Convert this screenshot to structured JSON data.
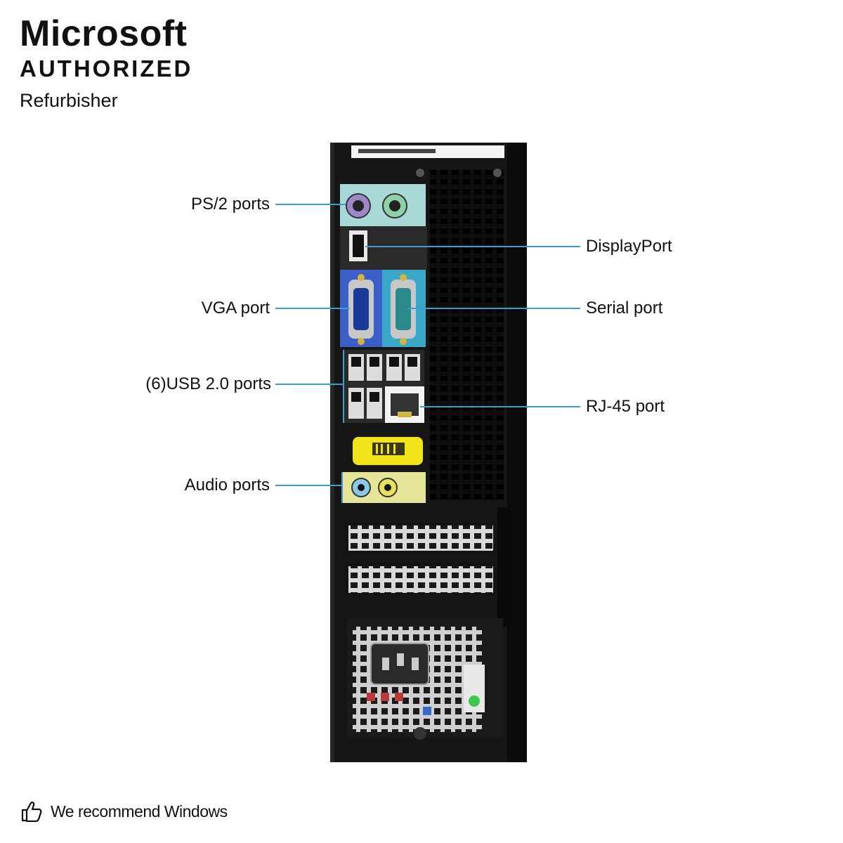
{
  "badge": {
    "brand": "Microsoft",
    "authorized": "AUTHORIZED",
    "refurbisher": "Refurbisher"
  },
  "labels": {
    "ps2": "PS/2 ports",
    "displayport": "DisplayPort",
    "vga": "VGA port",
    "serial": "Serial port",
    "usb": "(6)USB 2.0 ports",
    "rj45": "RJ-45 port",
    "audio": "Audio ports"
  },
  "footer": {
    "text": "We recommend Windows"
  },
  "colors": {
    "leader": "#3a9fd0",
    "chassis": "#161616",
    "ps2_panel": "#a8d8d8",
    "vga_panel": "#3a5fc8",
    "serial_panel": "#3aa8c8",
    "audio_panel": "#e6e69a",
    "label_sticker": "#f2e21a"
  }
}
